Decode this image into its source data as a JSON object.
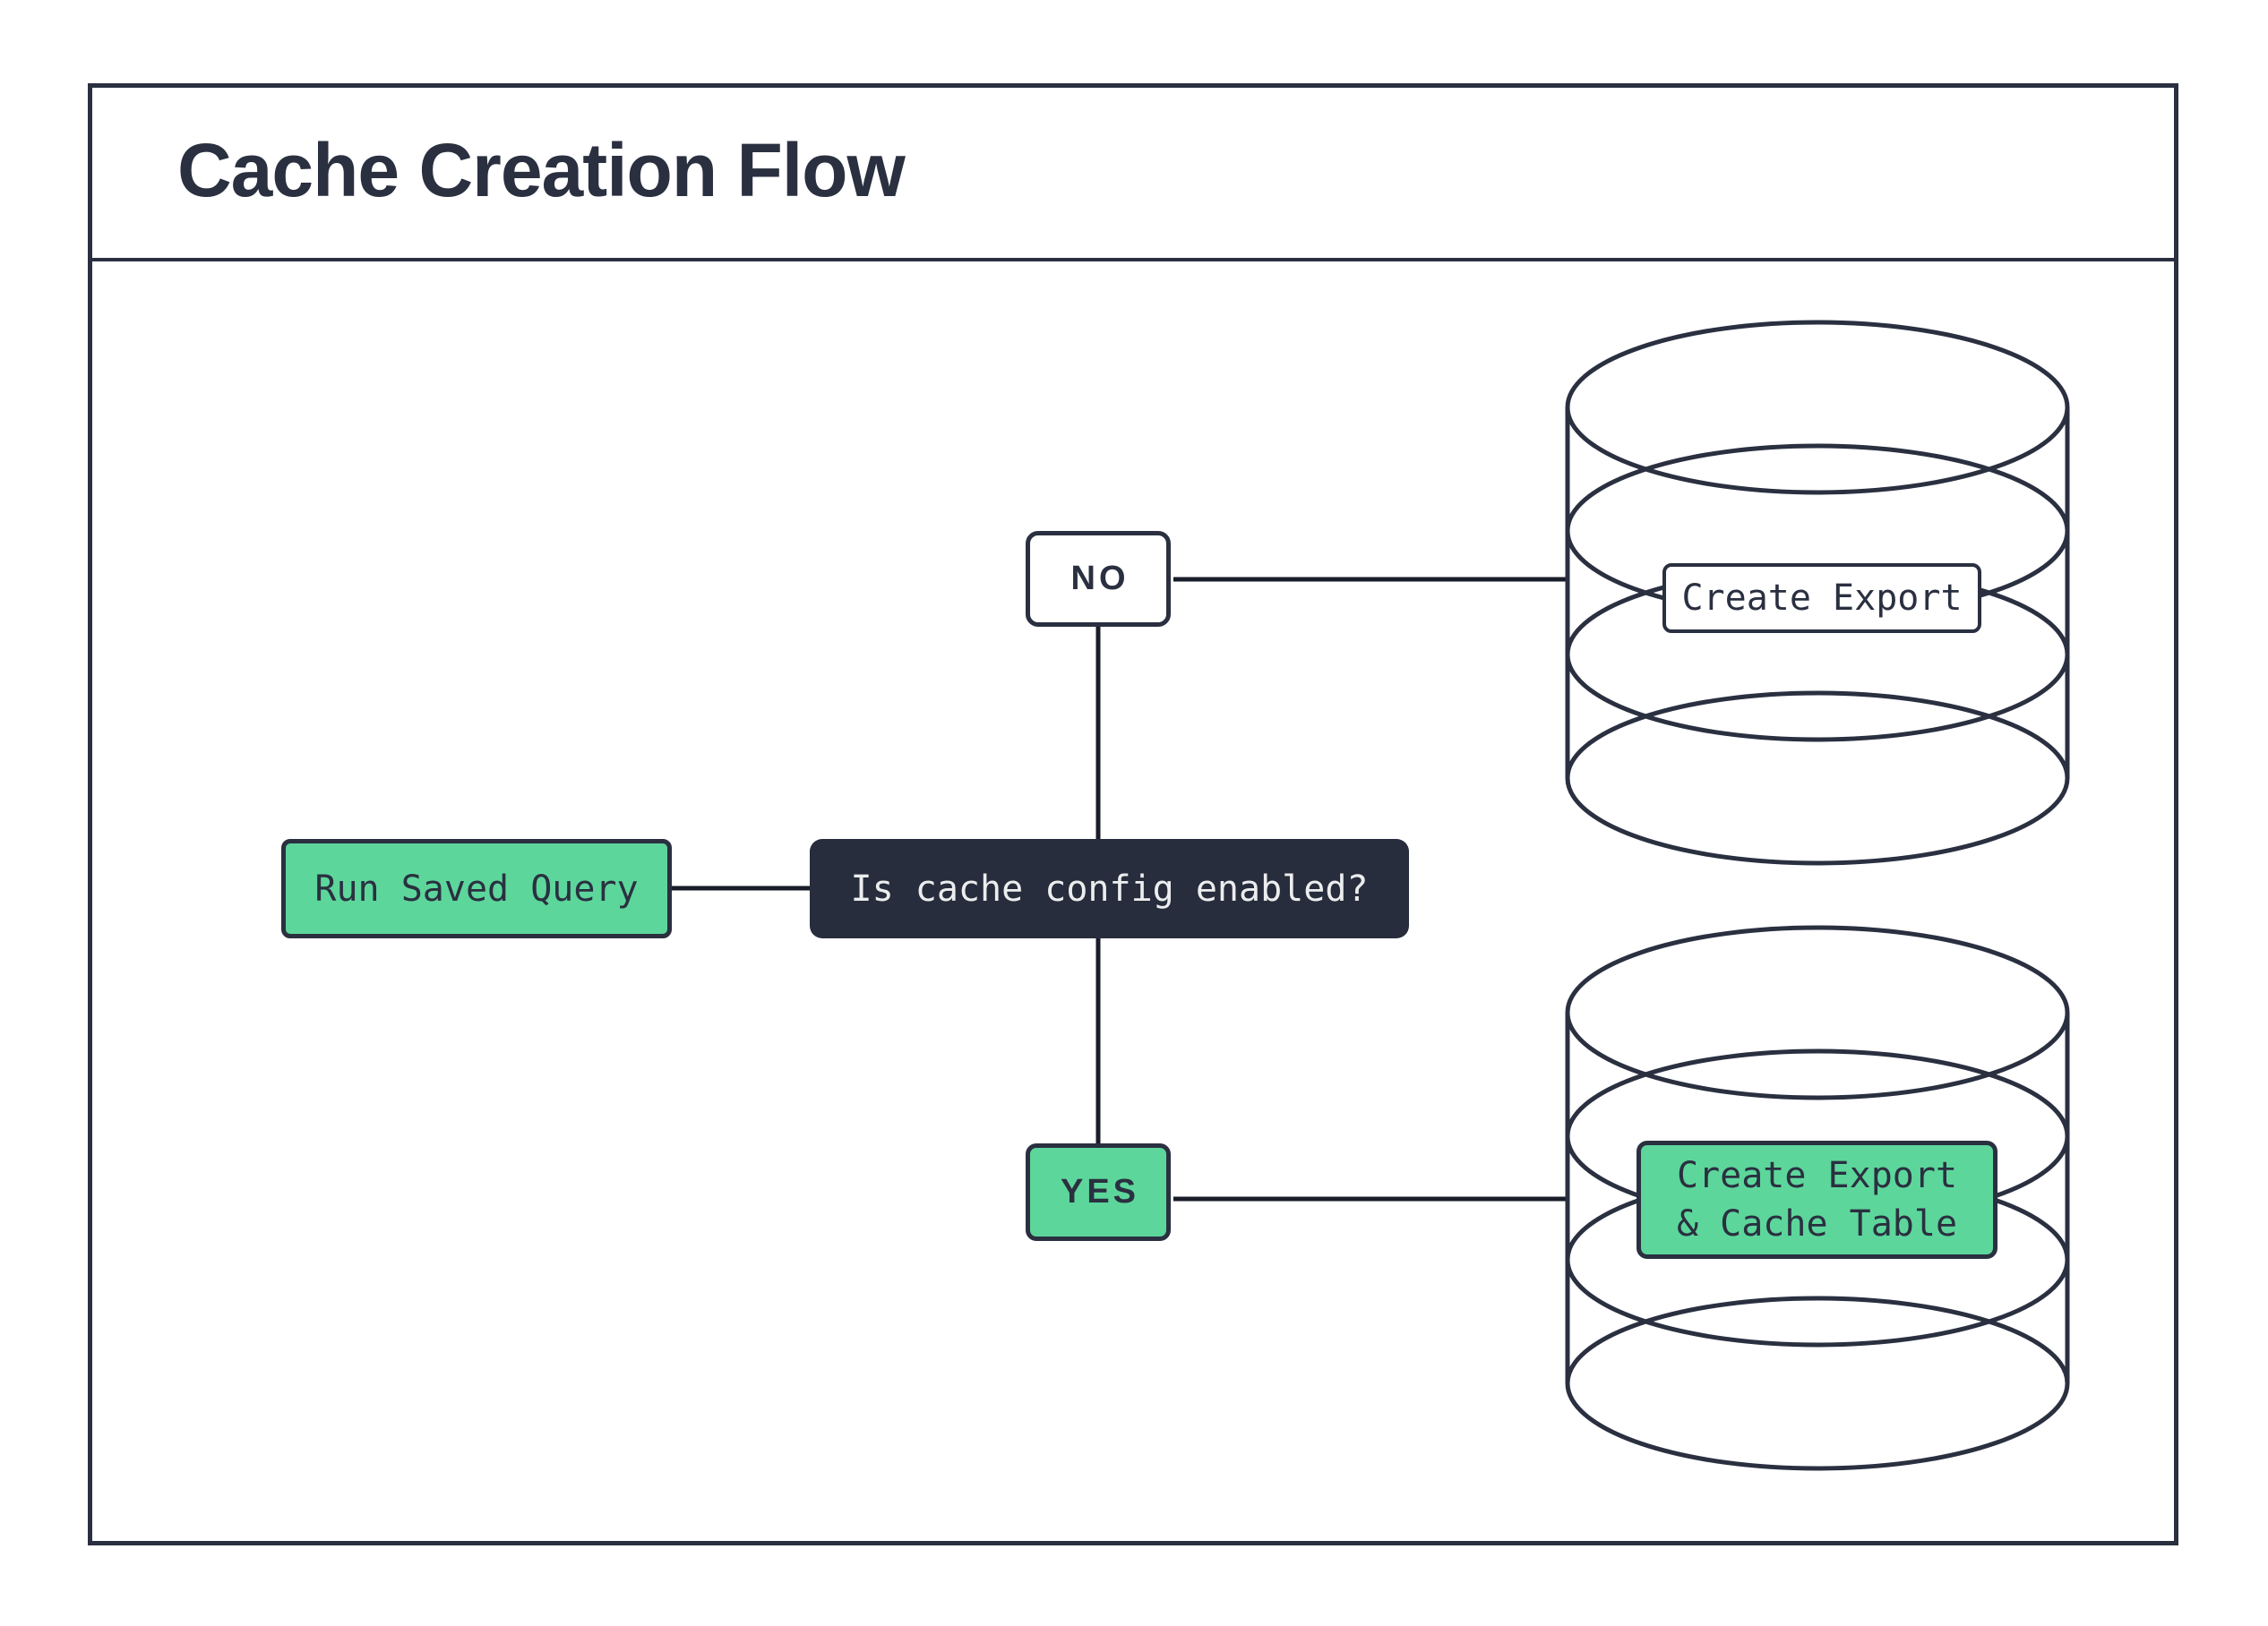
{
  "colors": {
    "ink": "#2a3040",
    "line": "#181d29",
    "green": "#5dd69b",
    "dark": "#272d3c",
    "light": "#ecedee",
    "paper": "#ffffff"
  },
  "header": {
    "title": "Cache Creation Flow"
  },
  "flow": {
    "start": {
      "label": "Run Saved Query"
    },
    "decision": {
      "label": "Is cache config enabled?"
    },
    "branch_no": {
      "label": "NO"
    },
    "branch_yes": {
      "label": "YES"
    },
    "no_result": {
      "label": "Create Export"
    },
    "yes_result": {
      "lines": [
        "Create Export",
        "& Cache Table"
      ]
    }
  },
  "icons": {
    "no_target": "database-icon",
    "yes_target": "database-icon"
  }
}
